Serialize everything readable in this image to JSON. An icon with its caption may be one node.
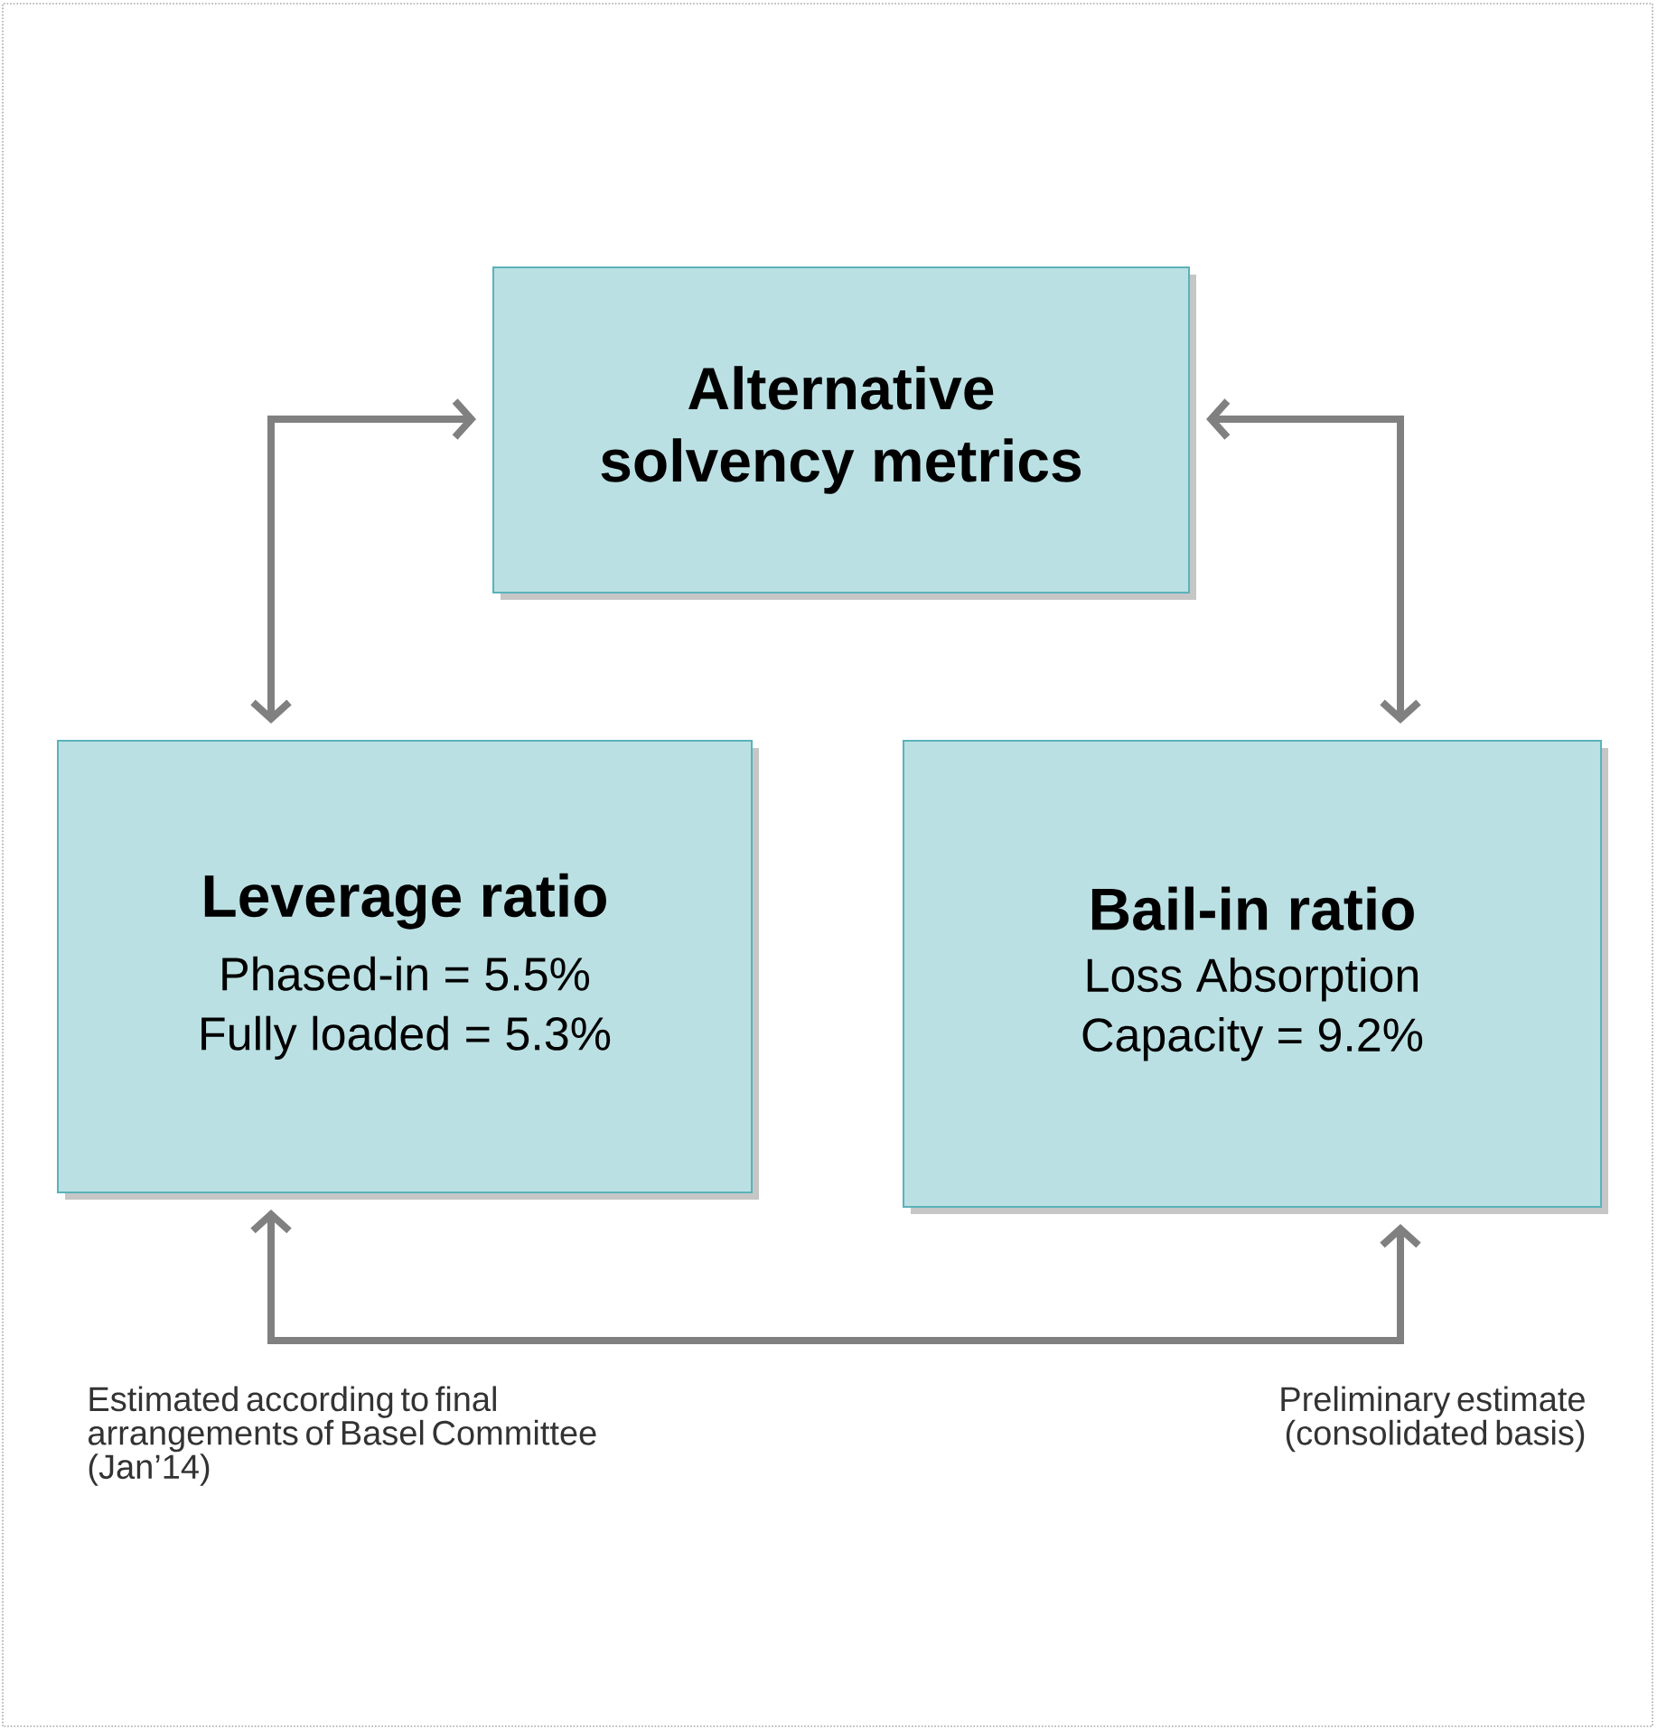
{
  "diagram": {
    "nodes": [
      {
        "text": [
          "Alternative solvency metrics"
        ]
      },
      {
        "text": [
          "Leverage ratio",
          "Phased-in = 5.5% Fully loaded = 5.3%"
        ]
      },
      {
        "text": [
          "Bail-in ratio",
          "Loss Absorption Capacity = 9.2%"
        ]
      }
    ],
    "edges": [
      {
        "from": 0,
        "to": 1,
        "arrow": "both"
      },
      {
        "from": 0,
        "to": 2,
        "arrow": "both"
      },
      {
        "from": 1,
        "to": 2,
        "arrow": "both"
      }
    ],
    "labels": [
      "Estimated according to final arrangements of Basel Committee (Jan’14)",
      "Preliminary estimate (consolidated basis)"
    ]
  }
}
